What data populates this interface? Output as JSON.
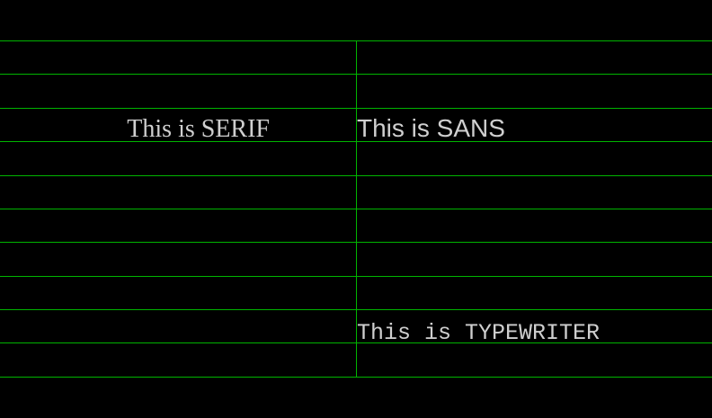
{
  "texts": {
    "serif": "This is SERIF",
    "sans": "This is SANS",
    "typewriter": "This is TYPEWRITER"
  },
  "colors": {
    "background": "#000000",
    "grid": "#00b400",
    "text": "#cfcfcf"
  }
}
